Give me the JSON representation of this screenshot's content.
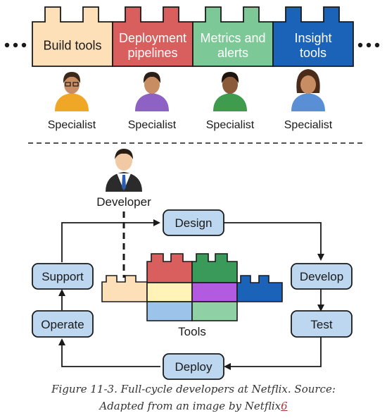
{
  "top_bricks": [
    {
      "label": [
        "Build tools"
      ],
      "fill": "#fde0b8"
    },
    {
      "label": [
        "Deployment",
        "pipelines"
      ],
      "fill": "#d95f5f"
    },
    {
      "label": [
        "Metrics and",
        "alerts"
      ],
      "fill": "#7cc896"
    },
    {
      "label": [
        "Insight",
        "tools"
      ],
      "fill": "#1a63b8"
    }
  ],
  "specialists": [
    {
      "label": "Specialist",
      "shirt": "#f0a626",
      "hair": "#3b2a1a"
    },
    {
      "label": "Specialist",
      "shirt": "#8e62c4",
      "hair": "#2a1e18"
    },
    {
      "label": "Specialist",
      "shirt": "#3f9c4e",
      "hair": "#1e140e"
    },
    {
      "label": "Specialist",
      "shirt": "#5a8fd6",
      "hair": "#4a2a18"
    }
  ],
  "developer_label": "Developer",
  "cycle_nodes": {
    "design": "Design",
    "develop": "Develop",
    "test": "Test",
    "deploy": "Deploy",
    "operate": "Operate",
    "support": "Support"
  },
  "tools_label": "Tools",
  "colors": {
    "node_fill": "#bcd7ef",
    "outline": "#1a1a1a",
    "peach": "#fde0b8",
    "red": "#d95f5f",
    "green_dark": "#3a9a5a",
    "green_light": "#8fd0a4",
    "yellow": "#fff3b8",
    "purple": "#b25be0",
    "blue_dark": "#1a63b8",
    "blue_light": "#9cc4ea"
  },
  "caption": {
    "line1": "Figure 11-3. Full-cycle developers at Netflix. Source:",
    "line2": "Adapted from an image by Netflix",
    "ref": "6"
  }
}
